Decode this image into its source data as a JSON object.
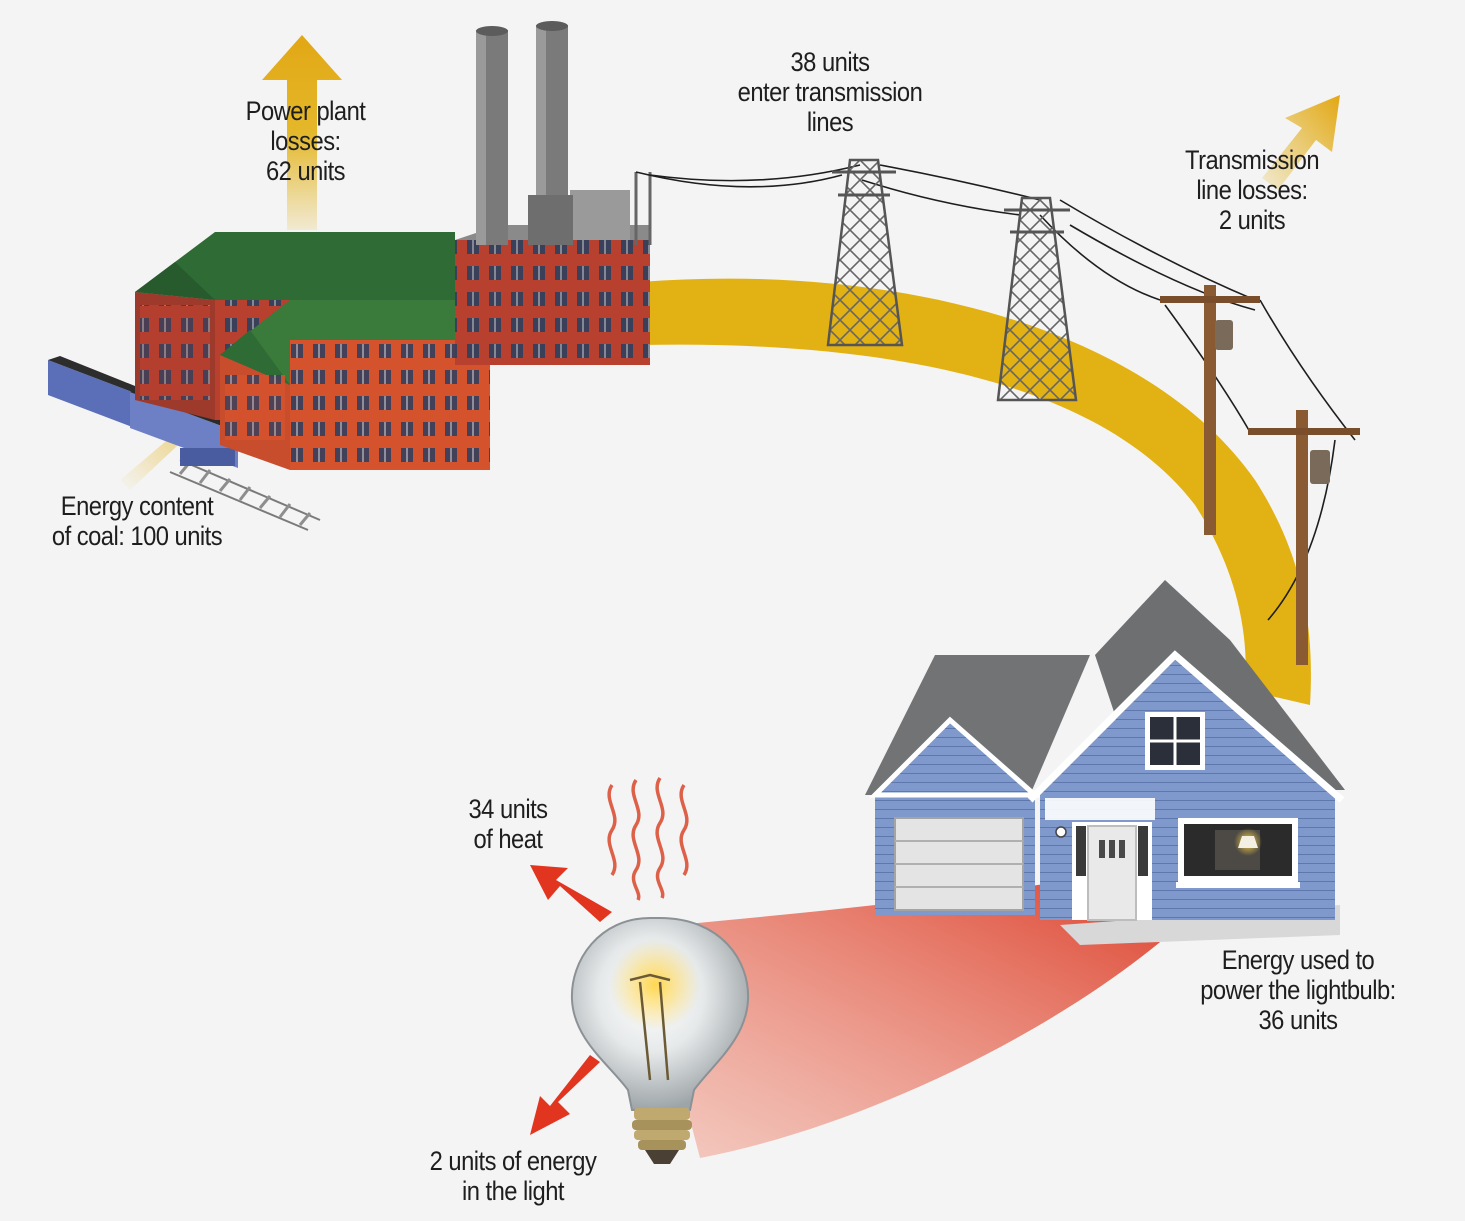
{
  "labels": {
    "power_plant_losses": [
      "Power plant",
      "losses:",
      "62 units"
    ],
    "enter_transmission": [
      "38 units",
      "enter transmission",
      "lines"
    ],
    "transmission_losses": [
      "Transmission",
      "line losses:",
      "2 units"
    ],
    "coal_energy": [
      "Energy content",
      "of coal: 100 units"
    ],
    "heat": [
      "34 units",
      "of heat"
    ],
    "light": [
      "2 units of energy",
      "in the light"
    ],
    "lightbulb_energy": [
      "Energy used to",
      "power the lightbulb:",
      "36 units"
    ]
  },
  "colors": {
    "energy_flow": "#e2b114",
    "heat_flow": "#e1351f",
    "brick": "#b8402f",
    "roof_green": "#2f6b35",
    "house_siding": "#7f99cc",
    "house_roof": "#707173",
    "tower": "#6c6c6c",
    "pole": "#8a5a32"
  }
}
